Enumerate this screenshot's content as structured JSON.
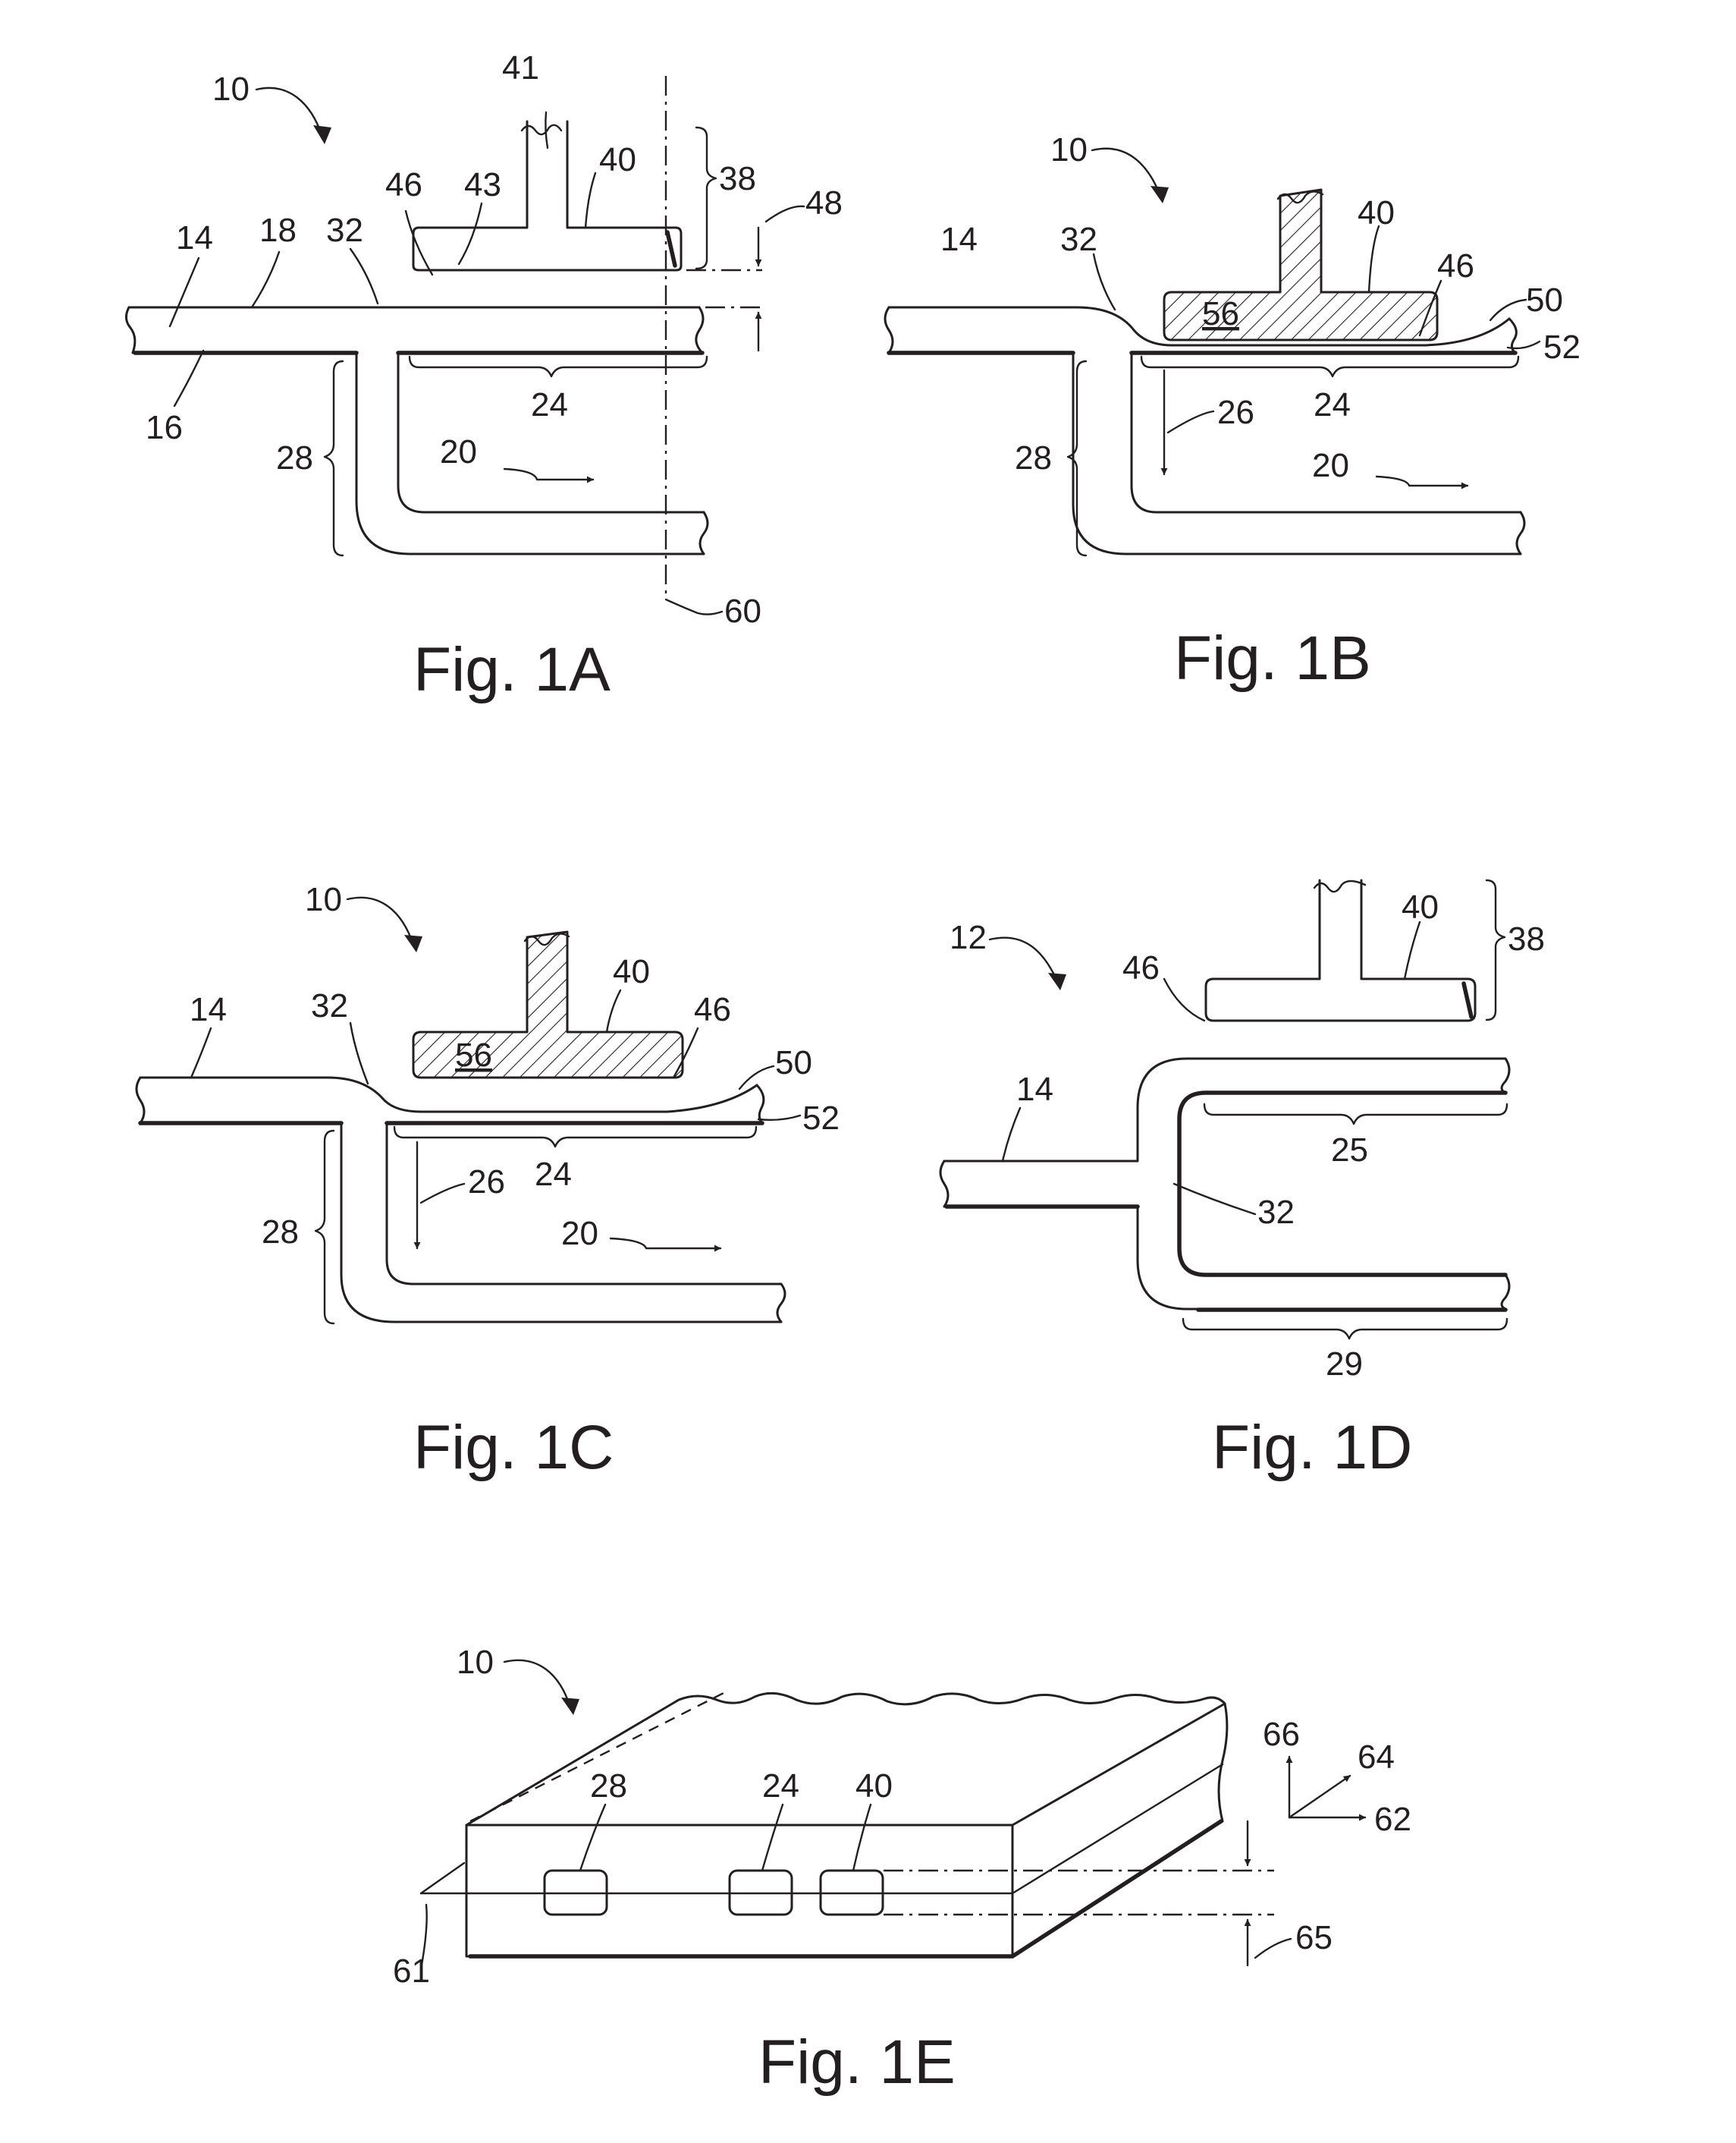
{
  "figures": {
    "fig1a": {
      "caption": "Fig. 1A",
      "refs": {
        "r10": "10",
        "r41": "41",
        "r43": "43",
        "r40": "40",
        "r46": "46",
        "r38": "38",
        "r48": "48",
        "r14": "14",
        "r18": "18",
        "r32": "32",
        "r16": "16",
        "r24": "24",
        "r28": "28",
        "r20": "20",
        "r60": "60"
      }
    },
    "fig1b": {
      "caption": "Fig. 1B",
      "refs": {
        "r10": "10",
        "r40": "40",
        "r46": "46",
        "r14": "14",
        "r32": "32",
        "r56": "56",
        "r50": "50",
        "r52": "52",
        "r26": "26",
        "r24": "24",
        "r28": "28",
        "r20": "20"
      }
    },
    "fig1c": {
      "caption": "Fig. 1C",
      "refs": {
        "r10": "10",
        "r40": "40",
        "r14": "14",
        "r32": "32",
        "r46": "46",
        "r56": "56",
        "r50": "50",
        "r52": "52",
        "r26": "26",
        "r24": "24",
        "r28": "28",
        "r20": "20"
      }
    },
    "fig1d": {
      "caption": "Fig. 1D",
      "refs": {
        "r40": "40",
        "r38": "38",
        "r12": "12",
        "r46": "46",
        "r14": "14",
        "r25": "25",
        "r32": "32",
        "r29": "29"
      }
    },
    "fig1e": {
      "caption": "Fig. 1E",
      "refs": {
        "r10": "10",
        "r66": "66",
        "r64": "64",
        "r62": "62",
        "r28": "28",
        "r24": "24",
        "r40": "40",
        "r61": "61",
        "r65": "65"
      }
    }
  }
}
